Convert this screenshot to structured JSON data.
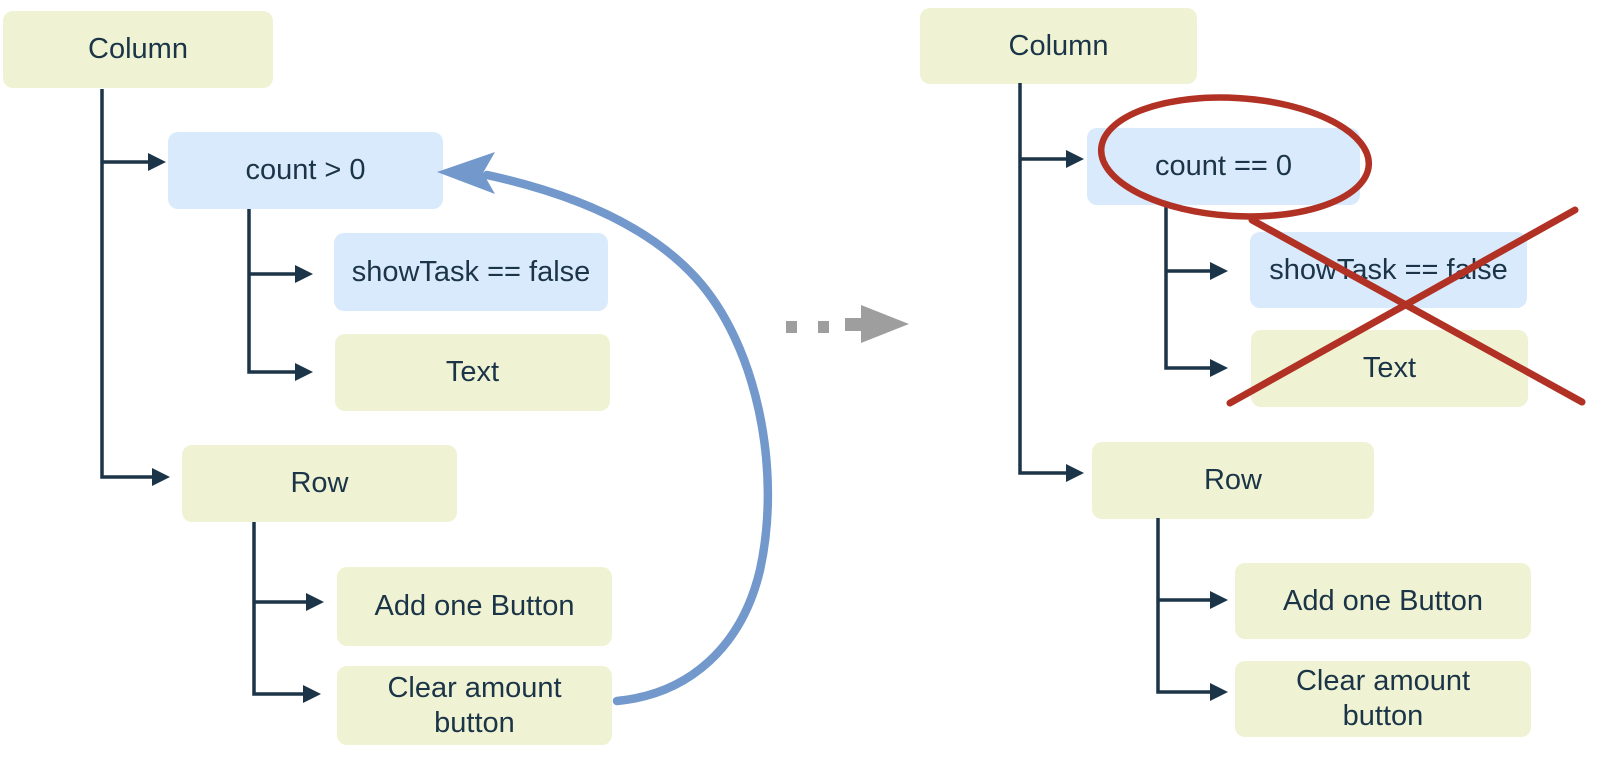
{
  "diagram": {
    "description": "Two UI composition trees: before-state with loop arrow, after-state with red annotations",
    "left_tree": {
      "column_label": "Column",
      "condition_label": "count > 0",
      "showtask_label": "showTask == false",
      "text_label": "Text",
      "row_label": "Row",
      "add_button_label": "Add one Button",
      "clear_button_label": "Clear amount button"
    },
    "right_tree": {
      "column_label": "Column",
      "condition_label": "count == 0",
      "showtask_label": "showTask == false",
      "text_label": "Text",
      "row_label": "Row",
      "add_button_label": "Add one Button",
      "clear_button_label": "Clear amount button"
    },
    "icons": {
      "loop_arrow": "blue-loop-arrow-from-clear-button-to-condition",
      "transition_arrow": "gray-dotted-arrow-between-trees",
      "highlight_ellipse": "red-ellipse-around-condition",
      "cross_out": "red-x-over-showtask-and-text"
    },
    "colors": {
      "node_green": "#eff3d3",
      "node_blue": "#d8eafb",
      "connector_navy": "#1b3447",
      "loop_arrow_blue": "#7298cc",
      "transition_gray": "#9e9e9e",
      "annotation_red": "#b13124",
      "background": "#ffffff"
    }
  }
}
